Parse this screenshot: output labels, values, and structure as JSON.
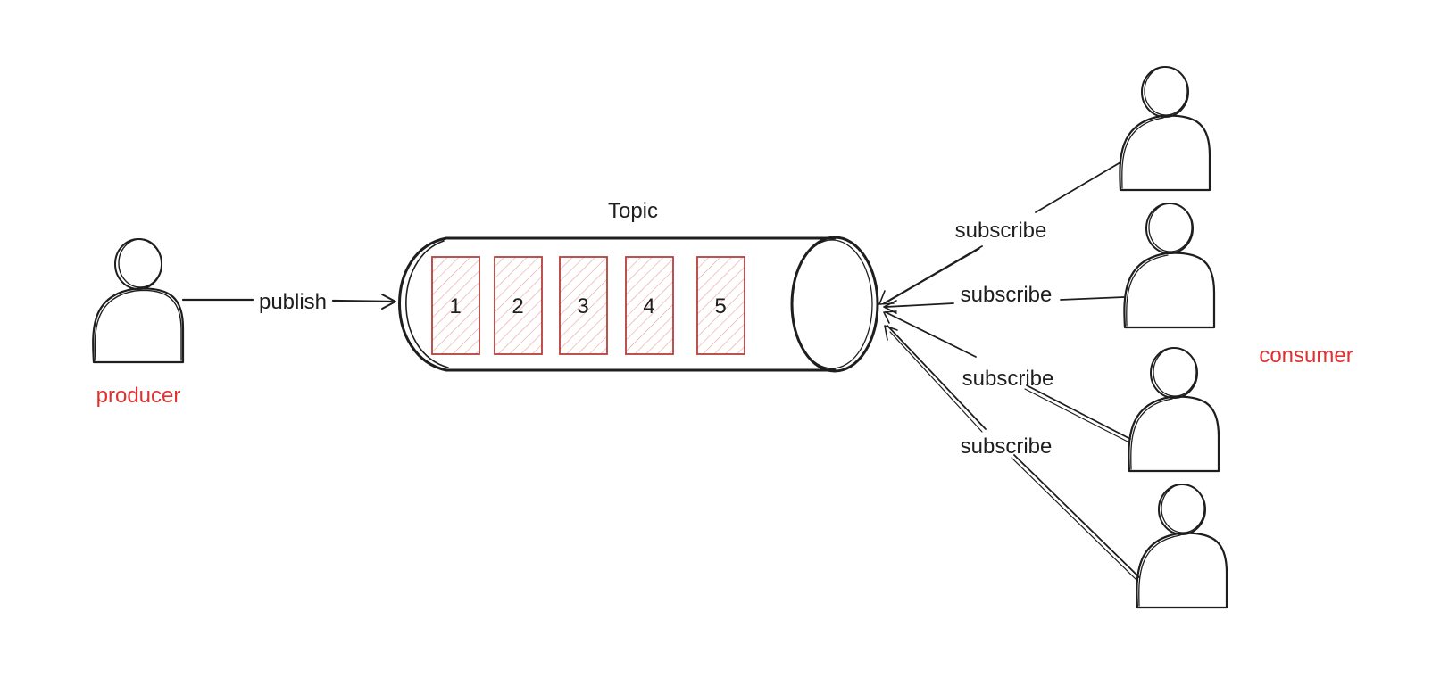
{
  "accent_color": "#e03131",
  "message_color": "#c0504d",
  "producer": {
    "label": "producer",
    "icon": "person-icon",
    "edge_label": "publish"
  },
  "topic": {
    "label": "Topic",
    "messages": [
      "1",
      "2",
      "3",
      "4",
      "5"
    ]
  },
  "consumers": {
    "label": "consumer",
    "icon": "person-icon",
    "edges": [
      {
        "label": "subscribe"
      },
      {
        "label": "subscribe"
      },
      {
        "label": "subscribe"
      },
      {
        "label": "subscribe"
      }
    ]
  }
}
